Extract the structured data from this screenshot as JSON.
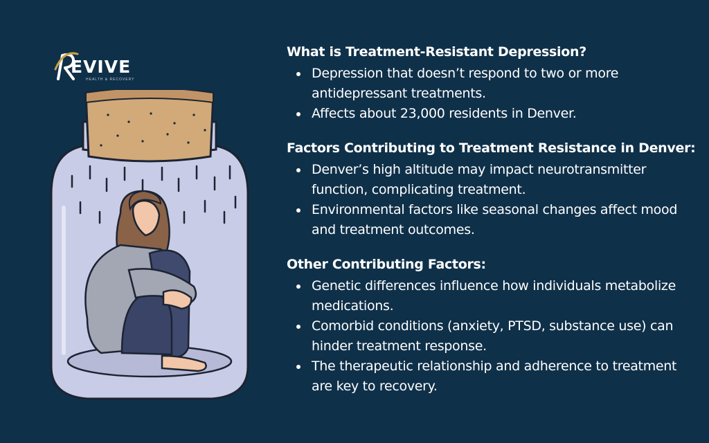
{
  "brand": {
    "name": "EVIVE",
    "tagline": "HEALTH & RECOVERY",
    "gold": "#c9a24a"
  },
  "colors": {
    "background": "#0f3049",
    "text": "#ffffff",
    "jar": "#c9cce6",
    "cork": "#d2a979"
  },
  "sections": [
    {
      "heading": "What is Treatment-Resistant Depression?",
      "items": [
        "Depression that doesn’t respond to two or more antidepressant treatments.",
        "Affects about 23,000 residents in Denver."
      ]
    },
    {
      "heading": "Factors Contributing to Treatment Resistance in Denver:",
      "items": [
        "Denver’s high altitude may impact neurotransmitter function, complicating treatment.",
        "Environmental factors like seasonal changes affect mood and treatment outcomes."
      ]
    },
    {
      "heading": "Other Contributing Factors:",
      "items": [
        "Genetic differences influence how individuals metabolize medications.",
        "Comorbid conditions (anxiety, PTSD, substance use) can hinder treatment response.",
        "The therapeutic relationship and adherence to treatment are key to recovery."
      ]
    }
  ]
}
